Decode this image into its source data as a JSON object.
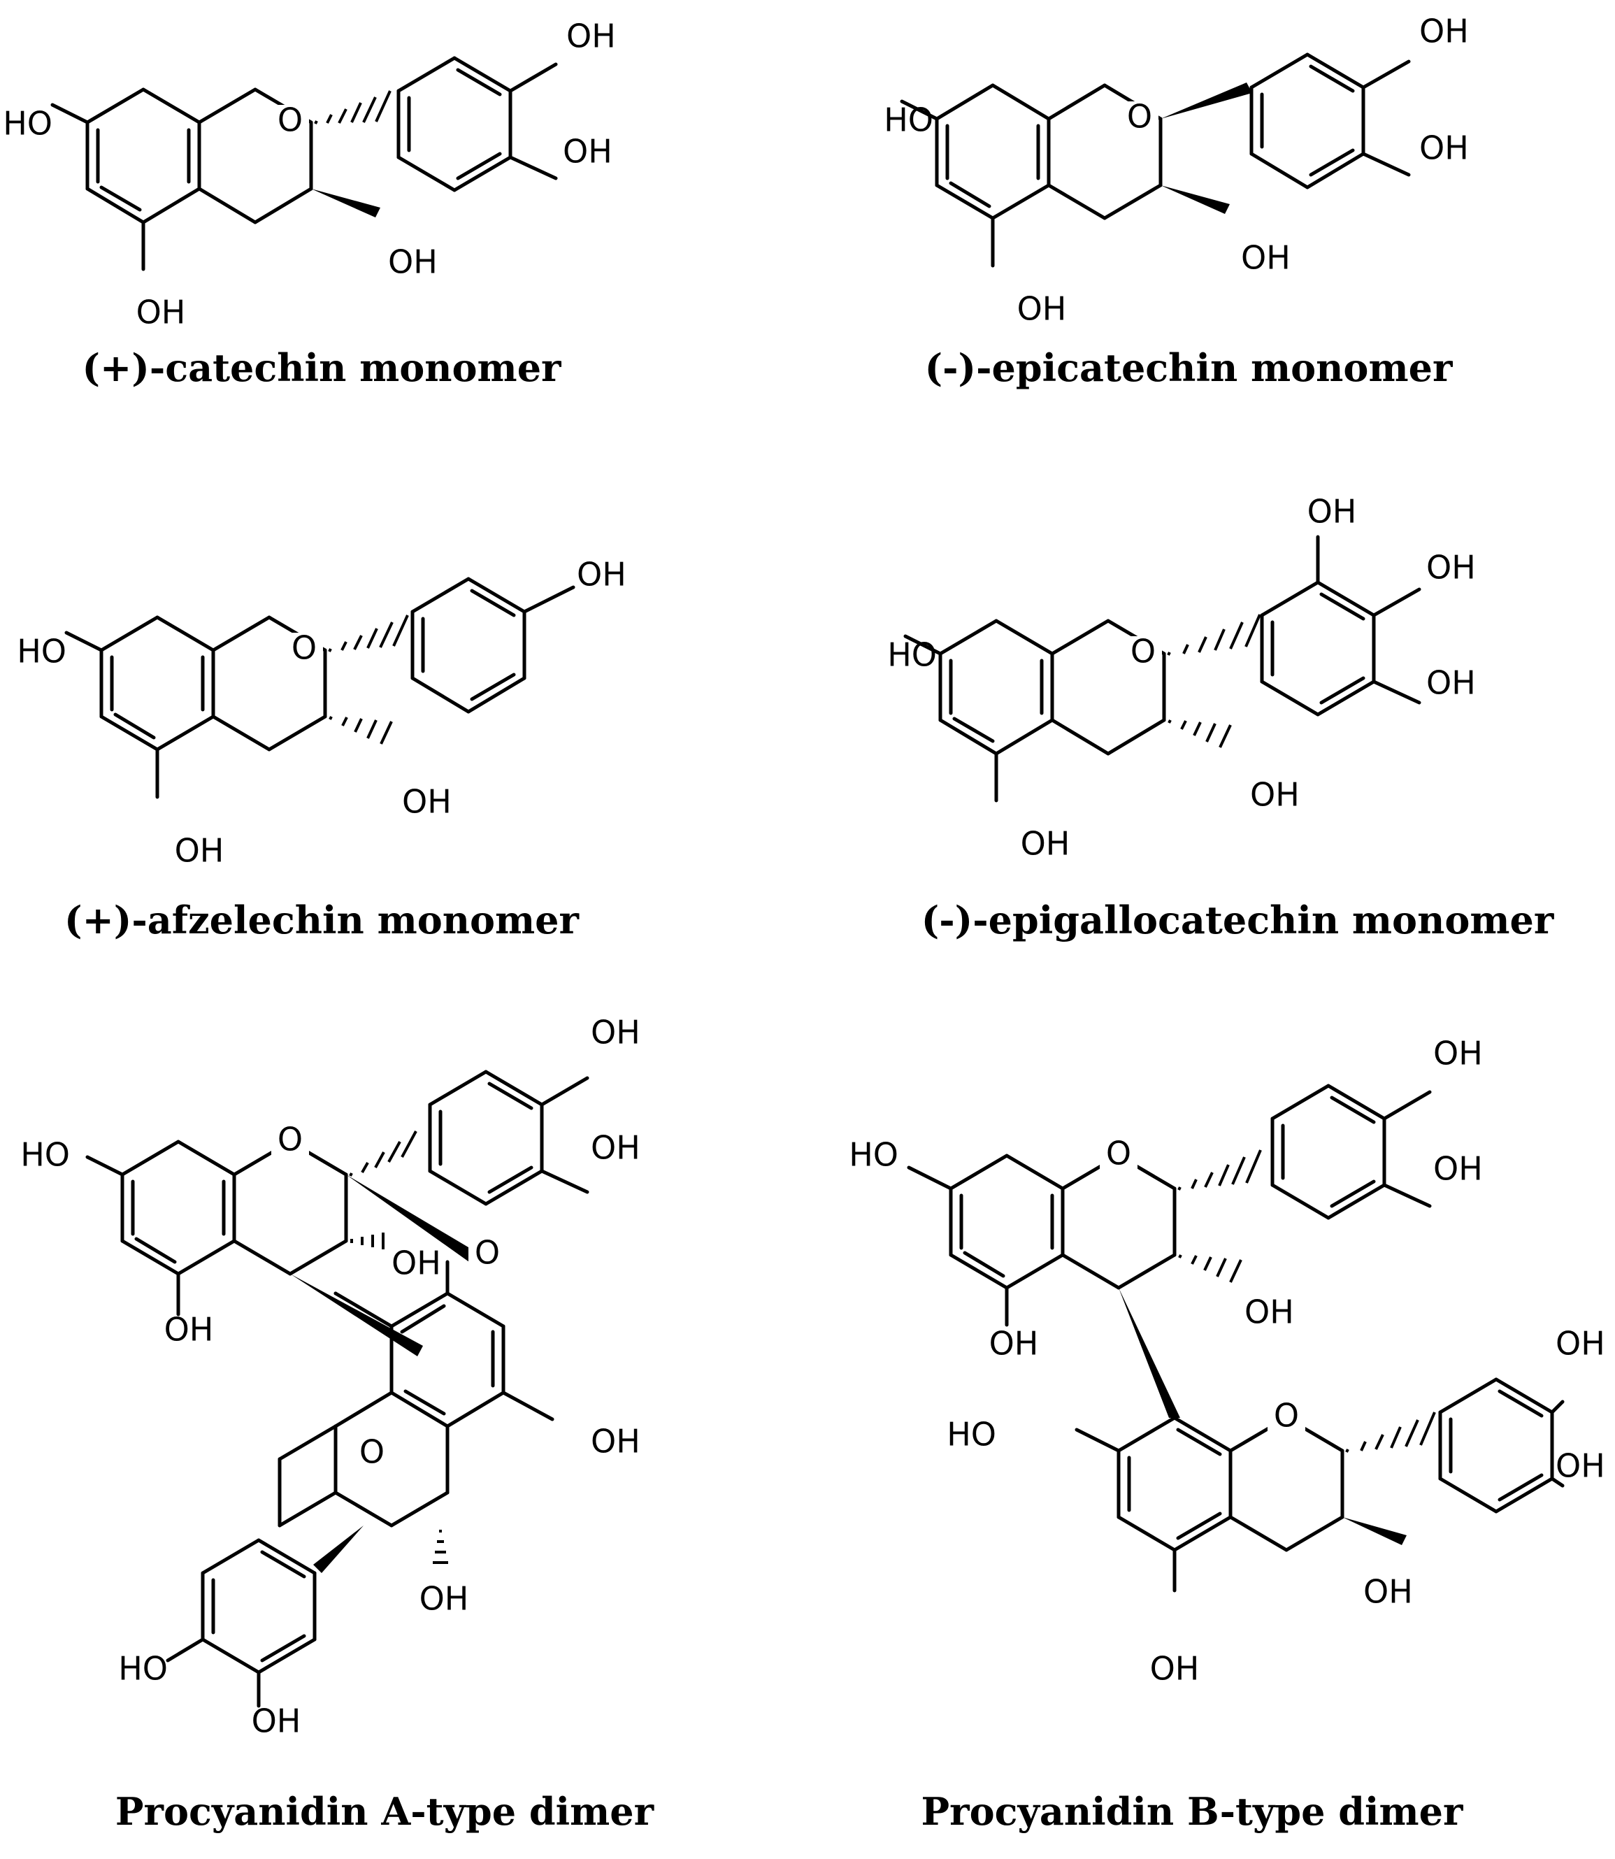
{
  "captions": {
    "catechin": "(+)-catechin monomer",
    "epicatechin": "(-)-epicatechin monomer",
    "afzelechin": "(+)-afzelechin monomer",
    "epigallocatechin": "(-)-epigallocatechin monomer",
    "a_type": "Procyanidin A-type dimer",
    "b_type": "Procyanidin B-type dimer"
  },
  "atoms": {
    "oh": "OH",
    "ho": "HO",
    "o": "O"
  },
  "colors": {
    "ink": "#000000",
    "background": "#ffffff"
  }
}
